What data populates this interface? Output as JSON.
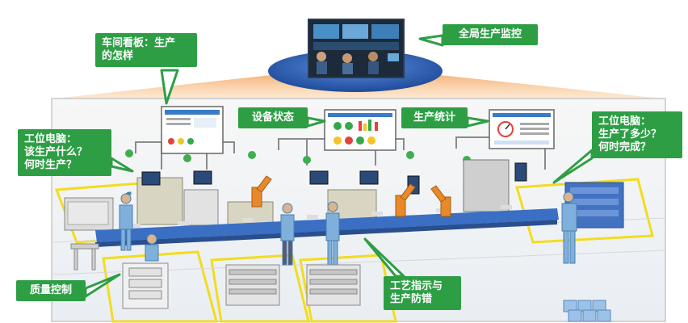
{
  "callouts": {
    "global_monitoring": "全局生产监控",
    "workshop_board": "车间看板：生产\n的怎样",
    "equipment_status": "设备状态",
    "production_stats": "生产统计",
    "workstation_left": "工位电脑：\n该生产什么？\n何时生产？",
    "workstation_right": "工位电脑：\n生产了多少？\n何时完成？",
    "quality_control": "质量控制",
    "process_guidance": "工艺指示与\n生产防错"
  },
  "colors": {
    "callout_green": "#2e9e45",
    "floor_yellow": "#f2dc1e",
    "beam_orange": "#f5b070",
    "dome_blue": "#2f62b8",
    "conveyor_blue": "#3a6fc4",
    "worker_blue": "#7fb0dc"
  }
}
